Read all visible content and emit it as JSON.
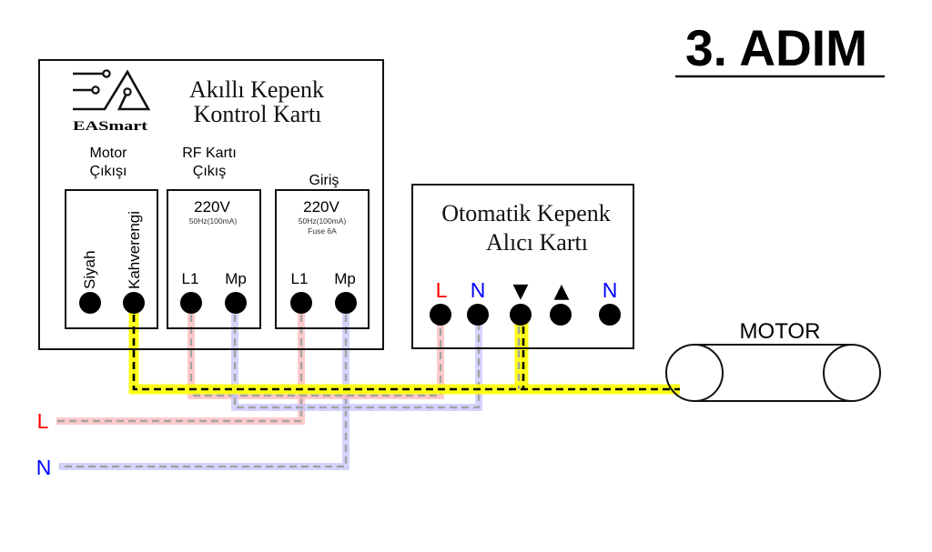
{
  "header": {
    "step_title": "3. ADIM"
  },
  "control_card": {
    "logo_text": "EASmart",
    "title_line1": "Akıllı Kepenk",
    "title_line2": "Kontrol Kartı",
    "motor_output": {
      "label_line1": "Motor",
      "label_line2": "Çıkışı",
      "terminals": [
        {
          "label": "Siyah"
        },
        {
          "label": "Kahverengi"
        }
      ]
    },
    "rf_output": {
      "label_line1": "RF Kartı",
      "label_line2": "Çıkış",
      "voltage": "220V",
      "spec": "50Hz(100mA)",
      "terminals": [
        {
          "label": "L1"
        },
        {
          "label": "Mp"
        }
      ]
    },
    "input": {
      "label": "Giriş",
      "voltage": "220V",
      "spec": "50Hz(100mA)",
      "fuse": "Fuse 6A",
      "terminals": [
        {
          "label": "L1"
        },
        {
          "label": "Mp"
        }
      ]
    }
  },
  "receiver_card": {
    "title_line1": "Otomatik Kepenk",
    "title_line2": "Alıcı Kartı",
    "terminals": [
      {
        "label": "L",
        "color": "#ff0000"
      },
      {
        "label": "N",
        "color": "#0000ff"
      },
      {
        "label": "▼",
        "color": "#000000"
      },
      {
        "label": "▲",
        "color": "#000000"
      },
      {
        "label": "N",
        "color": "#0000ff"
      }
    ]
  },
  "motor": {
    "label": "MOTOR"
  },
  "mains": {
    "line_label": "L",
    "line_color": "#ff0000",
    "neutral_label": "N",
    "neutral_color": "#0000ff"
  },
  "wires": {
    "motor_glow": "#ffff00",
    "line_glow": "#ffb8b8",
    "neutral_glow": "#c6c6ff"
  }
}
